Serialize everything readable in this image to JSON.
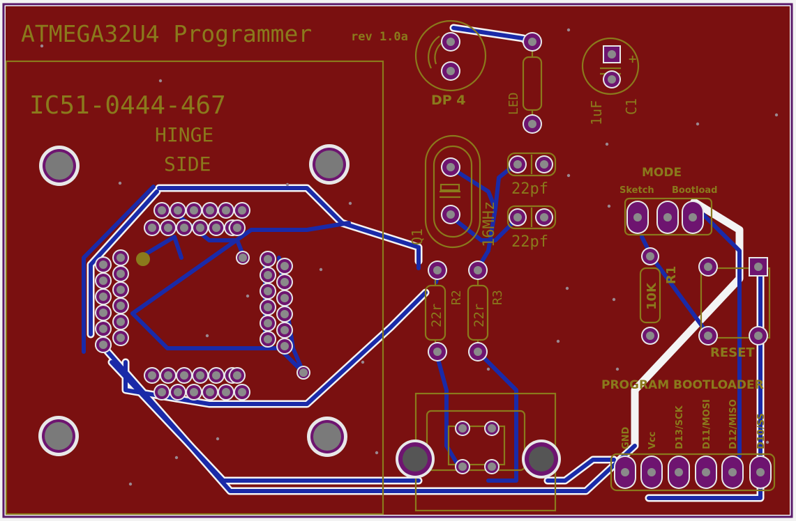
{
  "board": {
    "copper_color": "#7a1010",
    "border_color": "#5a1a6a",
    "silk_color": "#8a7a1c",
    "back_trace_color": "#1a2aa8",
    "title": "ATMEGA32U4 Programmer",
    "revision": "rev 1.0a"
  },
  "socket": {
    "part_number": "IC51-0444-467",
    "hinge_label_1": "HINGE",
    "hinge_label_2": "SIDE"
  },
  "components": {
    "dp4": "DP 4",
    "led": "LED",
    "c1_value": "1uF",
    "c1_ref": "C1",
    "plus_sign": "+",
    "cap_top_value": "22pf",
    "cap_bottom_value": "22pf",
    "crystal_freq": "16MHz",
    "crystal_ref": "Q1",
    "r2_value": "22r",
    "r2_ref": "R2",
    "r3_value": "22r",
    "r3_ref": "R3",
    "r1_value": "10K",
    "r1_ref": "R1"
  },
  "mode_switch": {
    "title": "MODE",
    "option_left": "Sketch",
    "option_right": "Bootload"
  },
  "reset_button": {
    "label": "RESET"
  },
  "header": {
    "title": "PROGRAM BOOTLOADER",
    "pins": [
      "GND",
      "Vcc",
      "D13/SCK",
      "D11/MOSI",
      "D12/MISO",
      "D10/SS"
    ]
  }
}
